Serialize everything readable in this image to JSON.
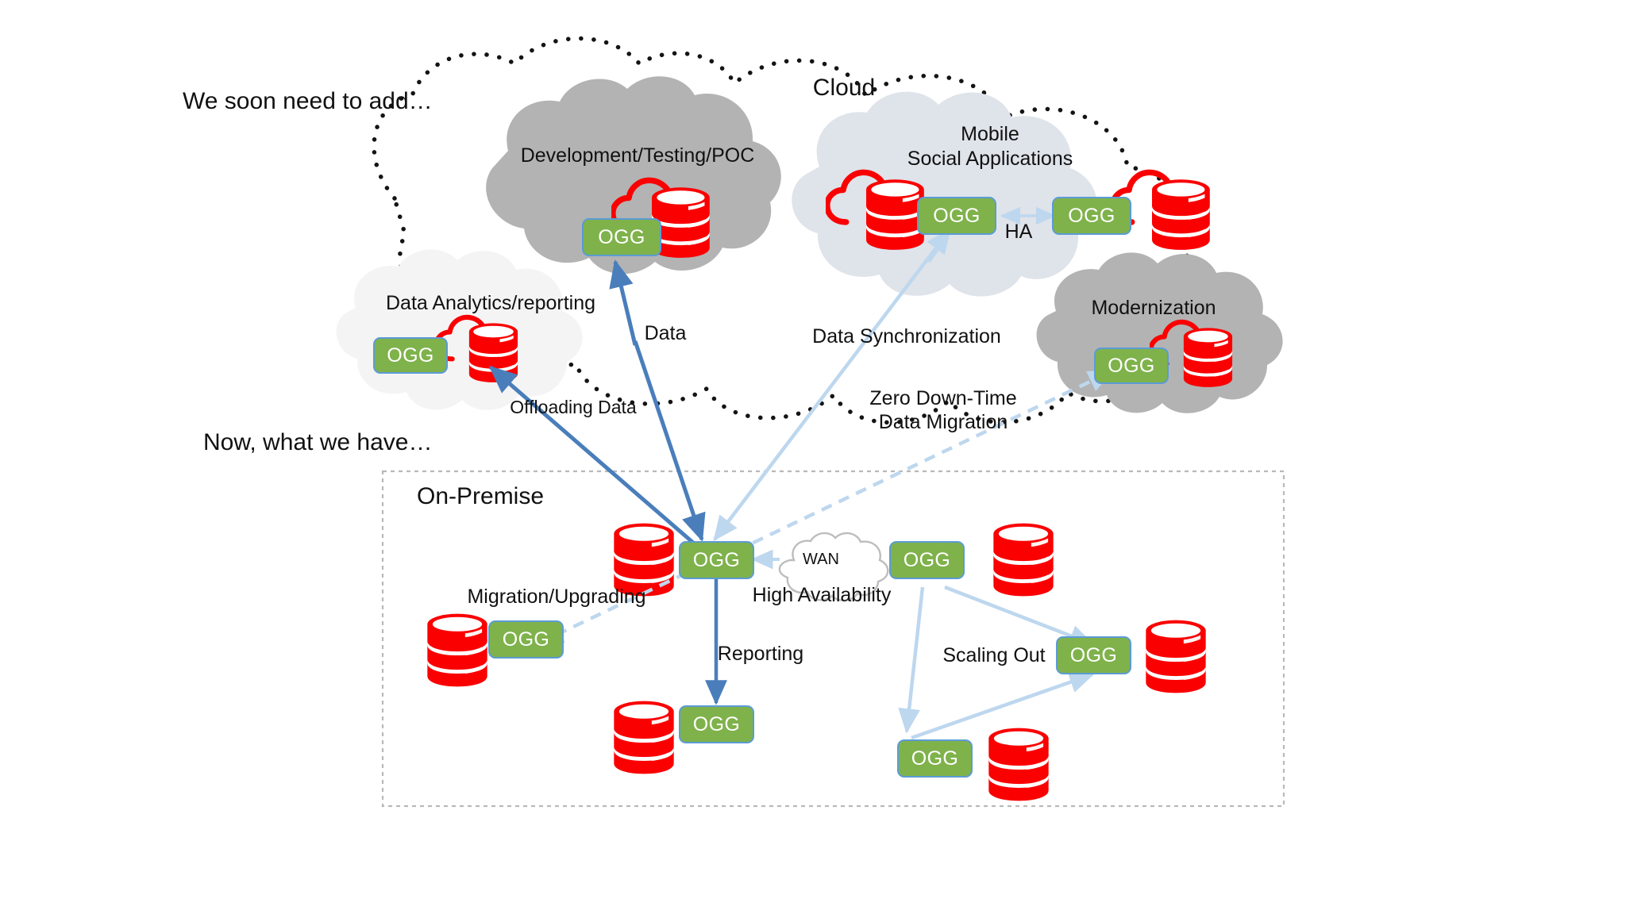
{
  "annotations": {
    "future_note": "We soon need to add…",
    "current_note": "Now, what we have…"
  },
  "cloud_region": {
    "title": "Cloud",
    "sub_clouds": [
      {
        "id": "dev-test-poc",
        "label": "Development/Testing/POC",
        "fill": "#b3b3b3",
        "ogg_count": 1
      },
      {
        "id": "mobile-social",
        "label_line1": "Mobile",
        "label_line2": "Social Applications",
        "fill": "#dfe3ea",
        "ogg_count": 2
      },
      {
        "id": "data-analytics",
        "label": "Data Analytics/reporting",
        "fill": "#f4f4f4",
        "ogg_count": 1
      },
      {
        "id": "modernization",
        "label": "Modernization",
        "fill": "#b3b3b3",
        "ogg_count": 1
      }
    ],
    "ha_label": "HA"
  },
  "flow_labels": {
    "offloading": "Offloading Data",
    "test_data": "Data",
    "data_sync": "Data Synchronization",
    "zero_downtime_l1": "Zero Down-Time",
    "zero_downtime_l2": "Data Migration"
  },
  "onpremise": {
    "title": "On-Premise",
    "labels": {
      "migration": "Migration/Upgrading",
      "reporting": "Reporting",
      "high_availability": "High Availability",
      "scaling_out": "Scaling Out",
      "wan": "WAN"
    }
  },
  "node_label": "OGG",
  "colors": {
    "ogg_fill": "#7fb24b",
    "ogg_border": "#5b9bd5",
    "db_red": "#fa0000",
    "arrow_blue": "#4a7ebb",
    "arrow_light": "#bdd7ee",
    "cloud_grey": "#b3b3b3",
    "cloud_lightblue": "#dfe3ea",
    "cloud_white": "#f4f4f4",
    "outline_dotted": "#141414",
    "onprem_border": "#b9b9b9",
    "text": "#111111"
  }
}
